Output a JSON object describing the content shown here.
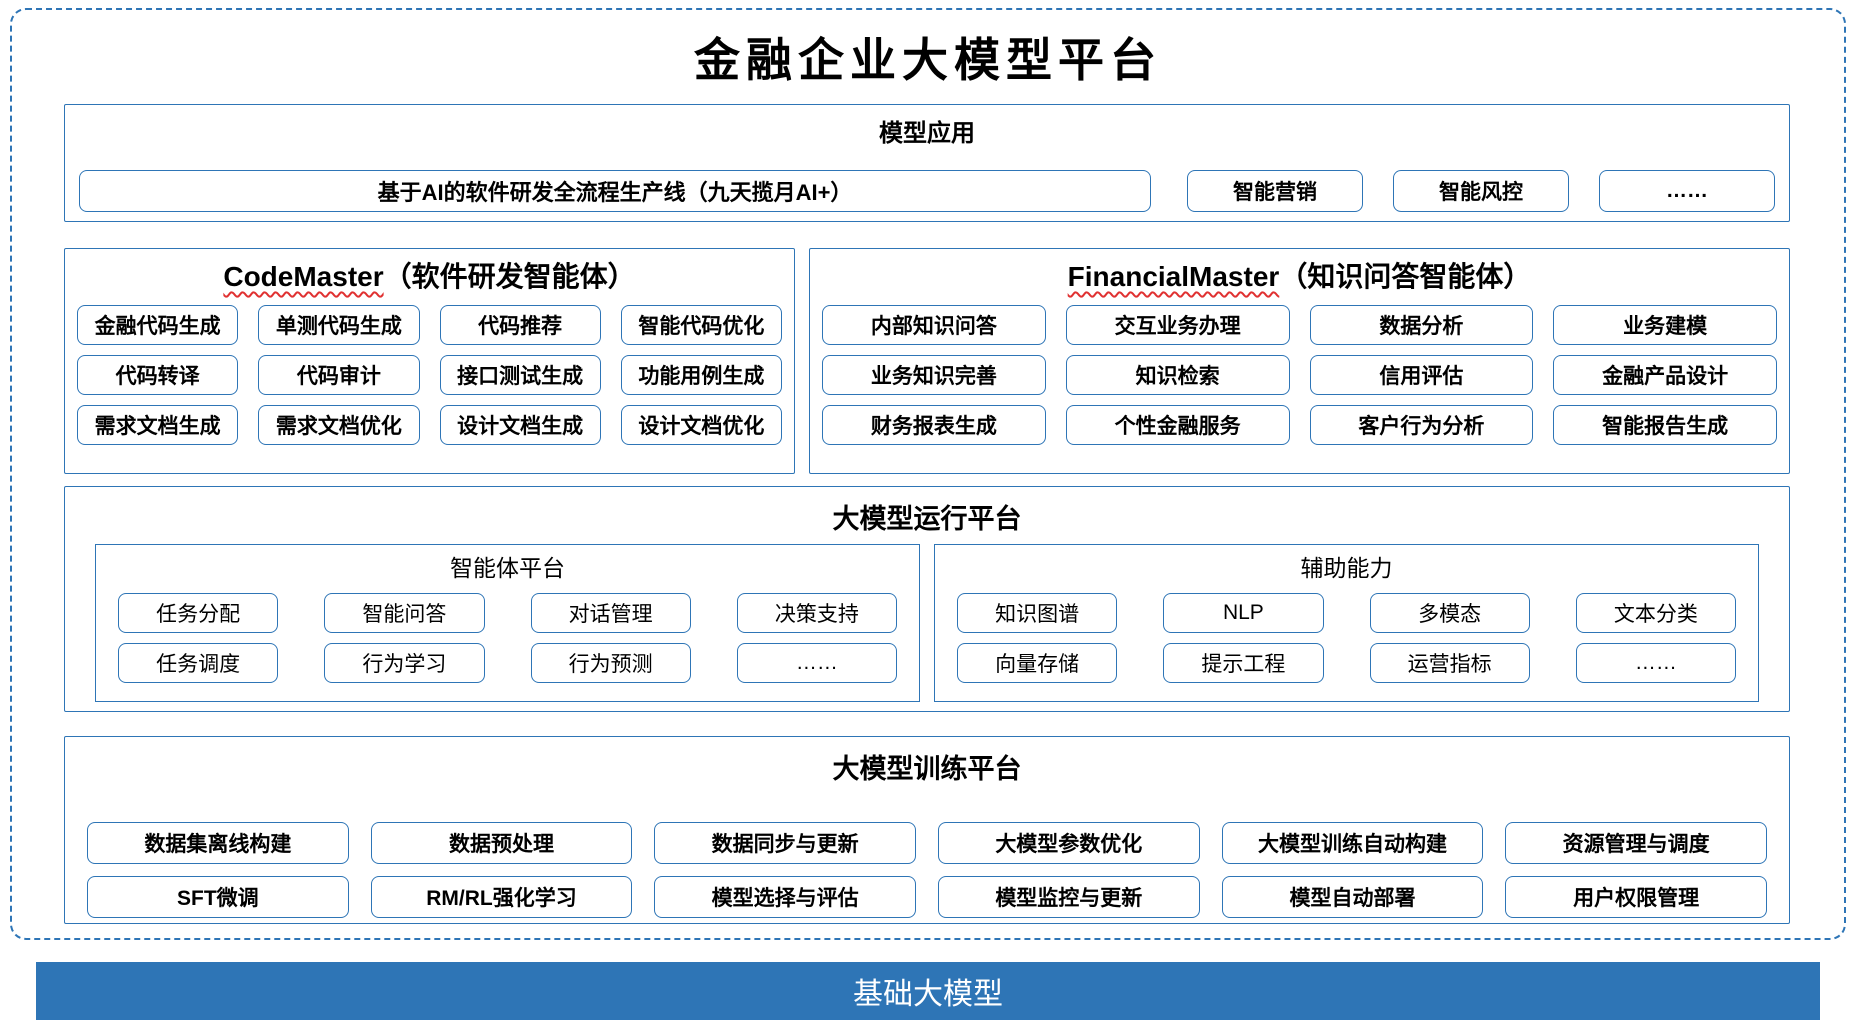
{
  "title": "金融企业大模型平台",
  "colors": {
    "accent": "#2E75B6",
    "bar": "#2E75B6",
    "squiggle": "#E03131"
  },
  "model_application": {
    "title": "模型应用",
    "wide_item": "基于AI的软件研发全流程生产线（九天揽月AI+）",
    "small_items": [
      "智能营销",
      "智能风控",
      "……"
    ]
  },
  "agents": {
    "code": {
      "name": "CodeMaster",
      "suffix": "（软件研发智能体）",
      "items": [
        "金融代码生成",
        "单测代码生成",
        "代码推荐",
        "智能代码优化",
        "代码转译",
        "代码审计",
        "接口测试生成",
        "功能用例生成",
        "需求文档生成",
        "需求文档优化",
        "设计文档生成",
        "设计文档优化"
      ]
    },
    "financial": {
      "name": "FinancialMaster",
      "suffix": "（知识问答智能体）",
      "items": [
        "内部知识问答",
        "交互业务办理",
        "数据分析",
        "业务建模",
        "业务知识完善",
        "知识检索",
        "信用评估",
        "金融产品设计",
        "财务报表生成",
        "个性金融服务",
        "客户行为分析",
        "智能报告生成"
      ]
    }
  },
  "runtime": {
    "title": "大模型运行平台",
    "agent_platform": {
      "title": "智能体平台",
      "items": [
        "任务分配",
        "智能问答",
        "对话管理",
        "决策支持",
        "任务调度",
        "行为学习",
        "行为预测",
        "……"
      ]
    },
    "auxiliary": {
      "title": "辅助能力",
      "items": [
        "知识图谱",
        "NLP",
        "多模态",
        "文本分类",
        "向量存储",
        "提示工程",
        "运营指标",
        "……"
      ]
    }
  },
  "training": {
    "title": "大模型训练平台",
    "items": [
      "数据集离线构建",
      "数据预处理",
      "数据同步与更新",
      "大模型参数优化",
      "大模型训练自动构建",
      "资源管理与调度",
      "SFT微调",
      "RM/RL强化学习",
      "模型选择与评估",
      "模型监控与更新",
      "模型自动部署",
      "用户权限管理"
    ]
  },
  "base_model": {
    "label": "基础大模型"
  }
}
